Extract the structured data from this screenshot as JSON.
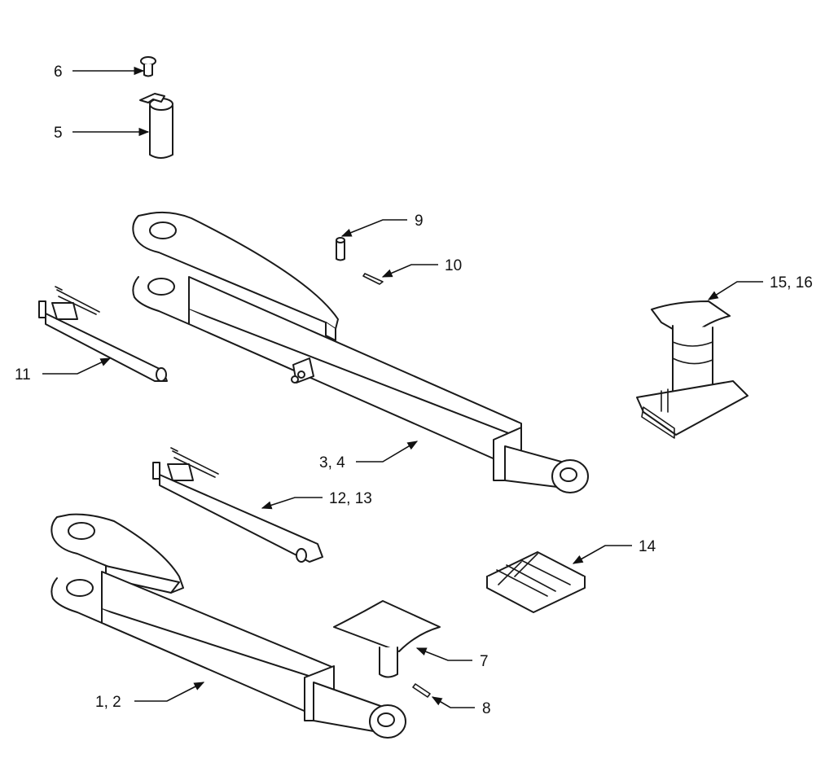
{
  "diagram": {
    "callouts": [
      {
        "id": "c6",
        "text": "6"
      },
      {
        "id": "c5",
        "text": "5"
      },
      {
        "id": "c9",
        "text": "9"
      },
      {
        "id": "c10",
        "text": "10"
      },
      {
        "id": "c15",
        "text": "15, 16"
      },
      {
        "id": "c11",
        "text": "11"
      },
      {
        "id": "c34",
        "text": "3, 4"
      },
      {
        "id": "c1213",
        "text": "12, 13"
      },
      {
        "id": "c14",
        "text": "14"
      },
      {
        "id": "c7",
        "text": "7"
      },
      {
        "id": "c8",
        "text": "8"
      },
      {
        "id": "c12",
        "text": "1, 2"
      }
    ]
  }
}
